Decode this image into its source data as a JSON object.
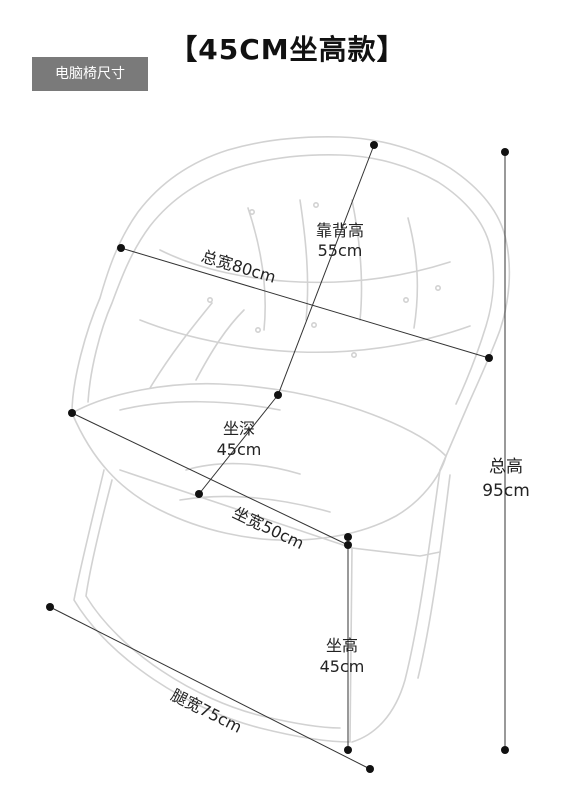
{
  "header": {
    "title": "【45CM坐高款】",
    "badge": "电脑椅尺寸"
  },
  "dimensions": {
    "back_height": {
      "name": "靠背高",
      "value": "55cm"
    },
    "total_width": "总宽80cm",
    "seat_depth": {
      "name": "坐深",
      "value": "45cm"
    },
    "seat_width": "坐宽50cm",
    "seat_height": {
      "name": "坐高",
      "value": "45cm"
    },
    "leg_width": "腿宽75cm",
    "total_height": {
      "name": "总高",
      "value": "95cm"
    }
  }
}
